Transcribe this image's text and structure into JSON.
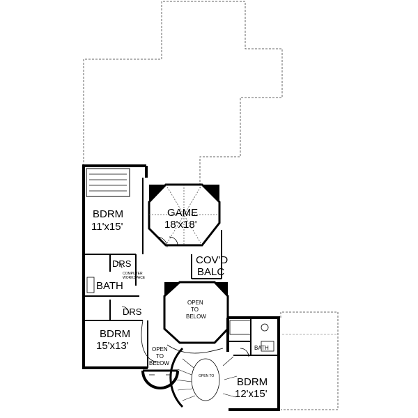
{
  "rooms": {
    "bdrm1": {
      "name": "BDRM",
      "size": "11'x15'"
    },
    "game": {
      "name": "GAME",
      "size": "18'x18'"
    },
    "covd_balc": {
      "line1": "COV'D",
      "line2": "BALC"
    },
    "drs1": "DRS",
    "computer": {
      "line1": "COMPUTER",
      "line2": "WORKSPACE"
    },
    "bath1": "BATH",
    "drs2": "DRS",
    "open1": {
      "line1": "OPEN",
      "line2": "TO",
      "line3": "BELOW"
    },
    "bdrm2": {
      "name": "BDRM",
      "size": "15'x13'"
    },
    "open2": {
      "line1": "OPEN",
      "line2": "TO",
      "line3": "BELOW"
    },
    "bath2": "BATH",
    "bdrm3": {
      "name": "BDRM",
      "size": "12'x15'"
    },
    "stair_note": "OPEN TO"
  },
  "colors": {
    "wall": "#000000",
    "outline": "#555555",
    "background": "#ffffff"
  }
}
